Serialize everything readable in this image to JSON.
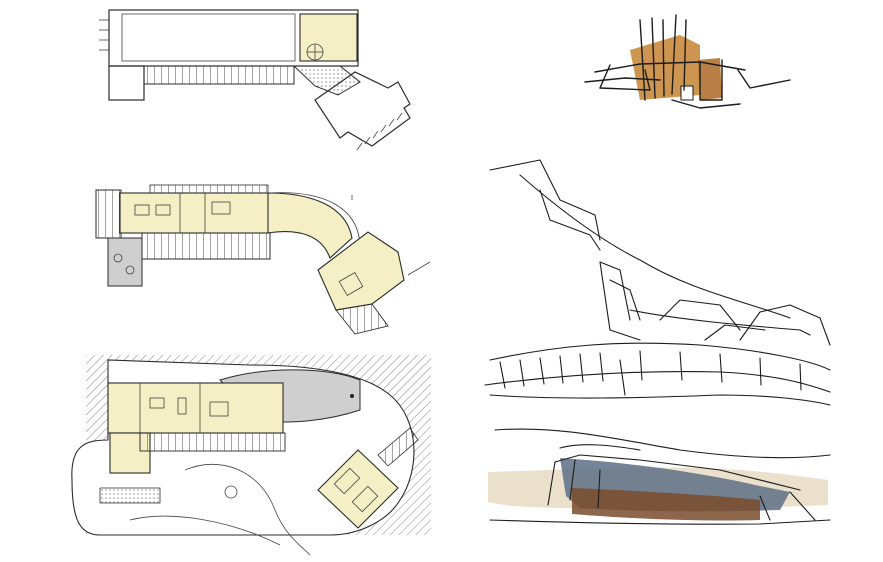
{
  "sheet": {
    "background": "#ffffff",
    "line_color": "#2b2b2b",
    "room_fill": "#f4efc4",
    "hatch_color": "#8a8a8a",
    "sketch_ochre": "#c88a3c",
    "sketch_blue": "#5d6f86",
    "sketch_brown": "#7a4b2c"
  },
  "panels": [
    {
      "id": "plan-upper-level",
      "kind": "floor plan"
    },
    {
      "id": "plan-main-level",
      "kind": "floor plan"
    },
    {
      "id": "site-plan",
      "kind": "site plan"
    },
    {
      "id": "sketch-small-elevation",
      "kind": "colored sketch"
    },
    {
      "id": "sketch-perspective",
      "kind": "ink sketch"
    },
    {
      "id": "sketch-colored-elevation",
      "kind": "colored sketch"
    }
  ]
}
